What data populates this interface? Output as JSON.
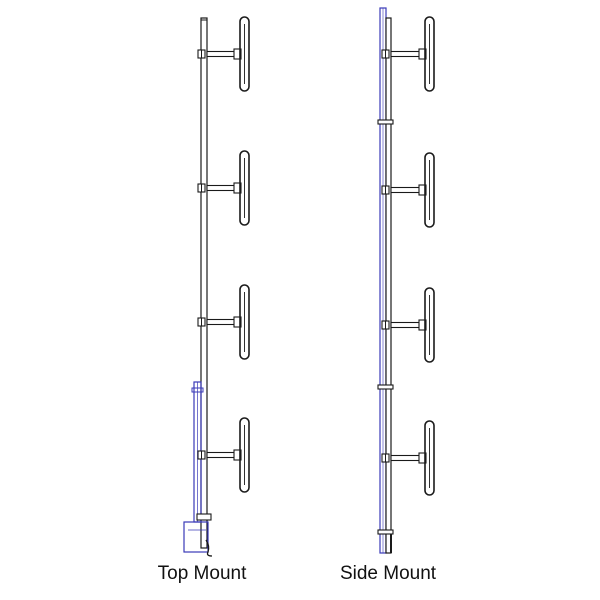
{
  "captions": {
    "top_mount": "Top Mount",
    "side_mount": "Side Mount"
  },
  "colors": {
    "line": "#1a1a1a",
    "mount": "#3a3ab8",
    "background": "#ffffff"
  },
  "antennas": [
    {
      "name": "top-mount",
      "dipole_count": 4
    },
    {
      "name": "side-mount",
      "dipole_count": 4
    }
  ]
}
